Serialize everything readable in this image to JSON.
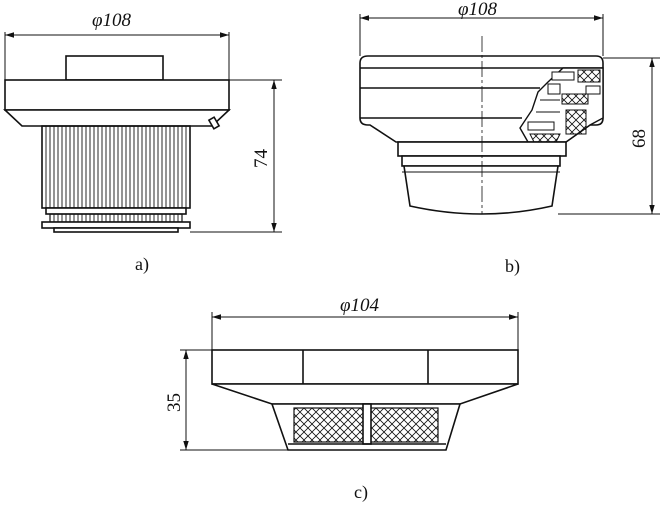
{
  "figure_a": {
    "diameter_label": "φ108",
    "height_label": "74",
    "caption": "a)"
  },
  "figure_b": {
    "diameter_label": "φ108",
    "height_label": "68",
    "caption": "b)"
  },
  "figure_c": {
    "diameter_label": "φ104",
    "height_label": "35",
    "caption": "c)"
  }
}
